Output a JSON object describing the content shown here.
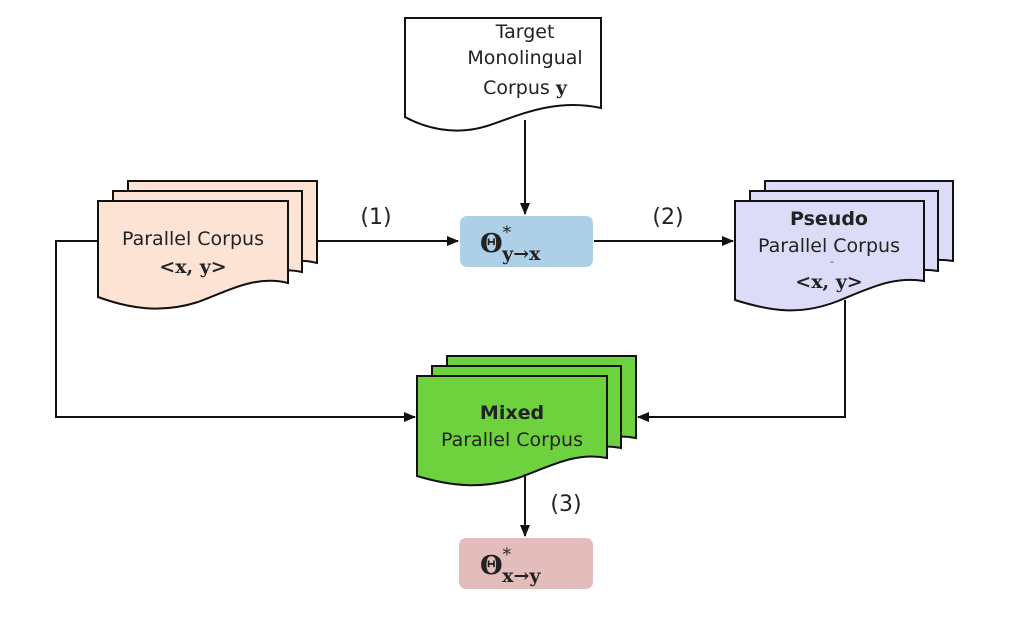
{
  "nodes": {
    "target": {
      "lines": [
        "Target",
        "Monolingual",
        "Corpus"
      ],
      "var": "y"
    },
    "parallel": {
      "label": "Parallel Corpus",
      "pair": "<x, y>",
      "fill": "#fde3d4"
    },
    "pseudo": {
      "title": "Pseudo",
      "label": "Parallel Corpus",
      "mark": "-",
      "pair": "<x, y>",
      "fill": "#dcdcf8"
    },
    "mixed": {
      "title": "Mixed",
      "label": "Parallel Corpus",
      "fill": "#6ed23e"
    },
    "model_back": {
      "symbol": "Θ",
      "sup": "*",
      "sub": "y→x",
      "fill": "#aed0e6"
    },
    "model_fwd": {
      "symbol": "Θ",
      "sup": "*",
      "sub": "x→y",
      "fill": "#e3bcbc"
    }
  },
  "steps": [
    "(1)",
    "(2)",
    "(3)"
  ]
}
